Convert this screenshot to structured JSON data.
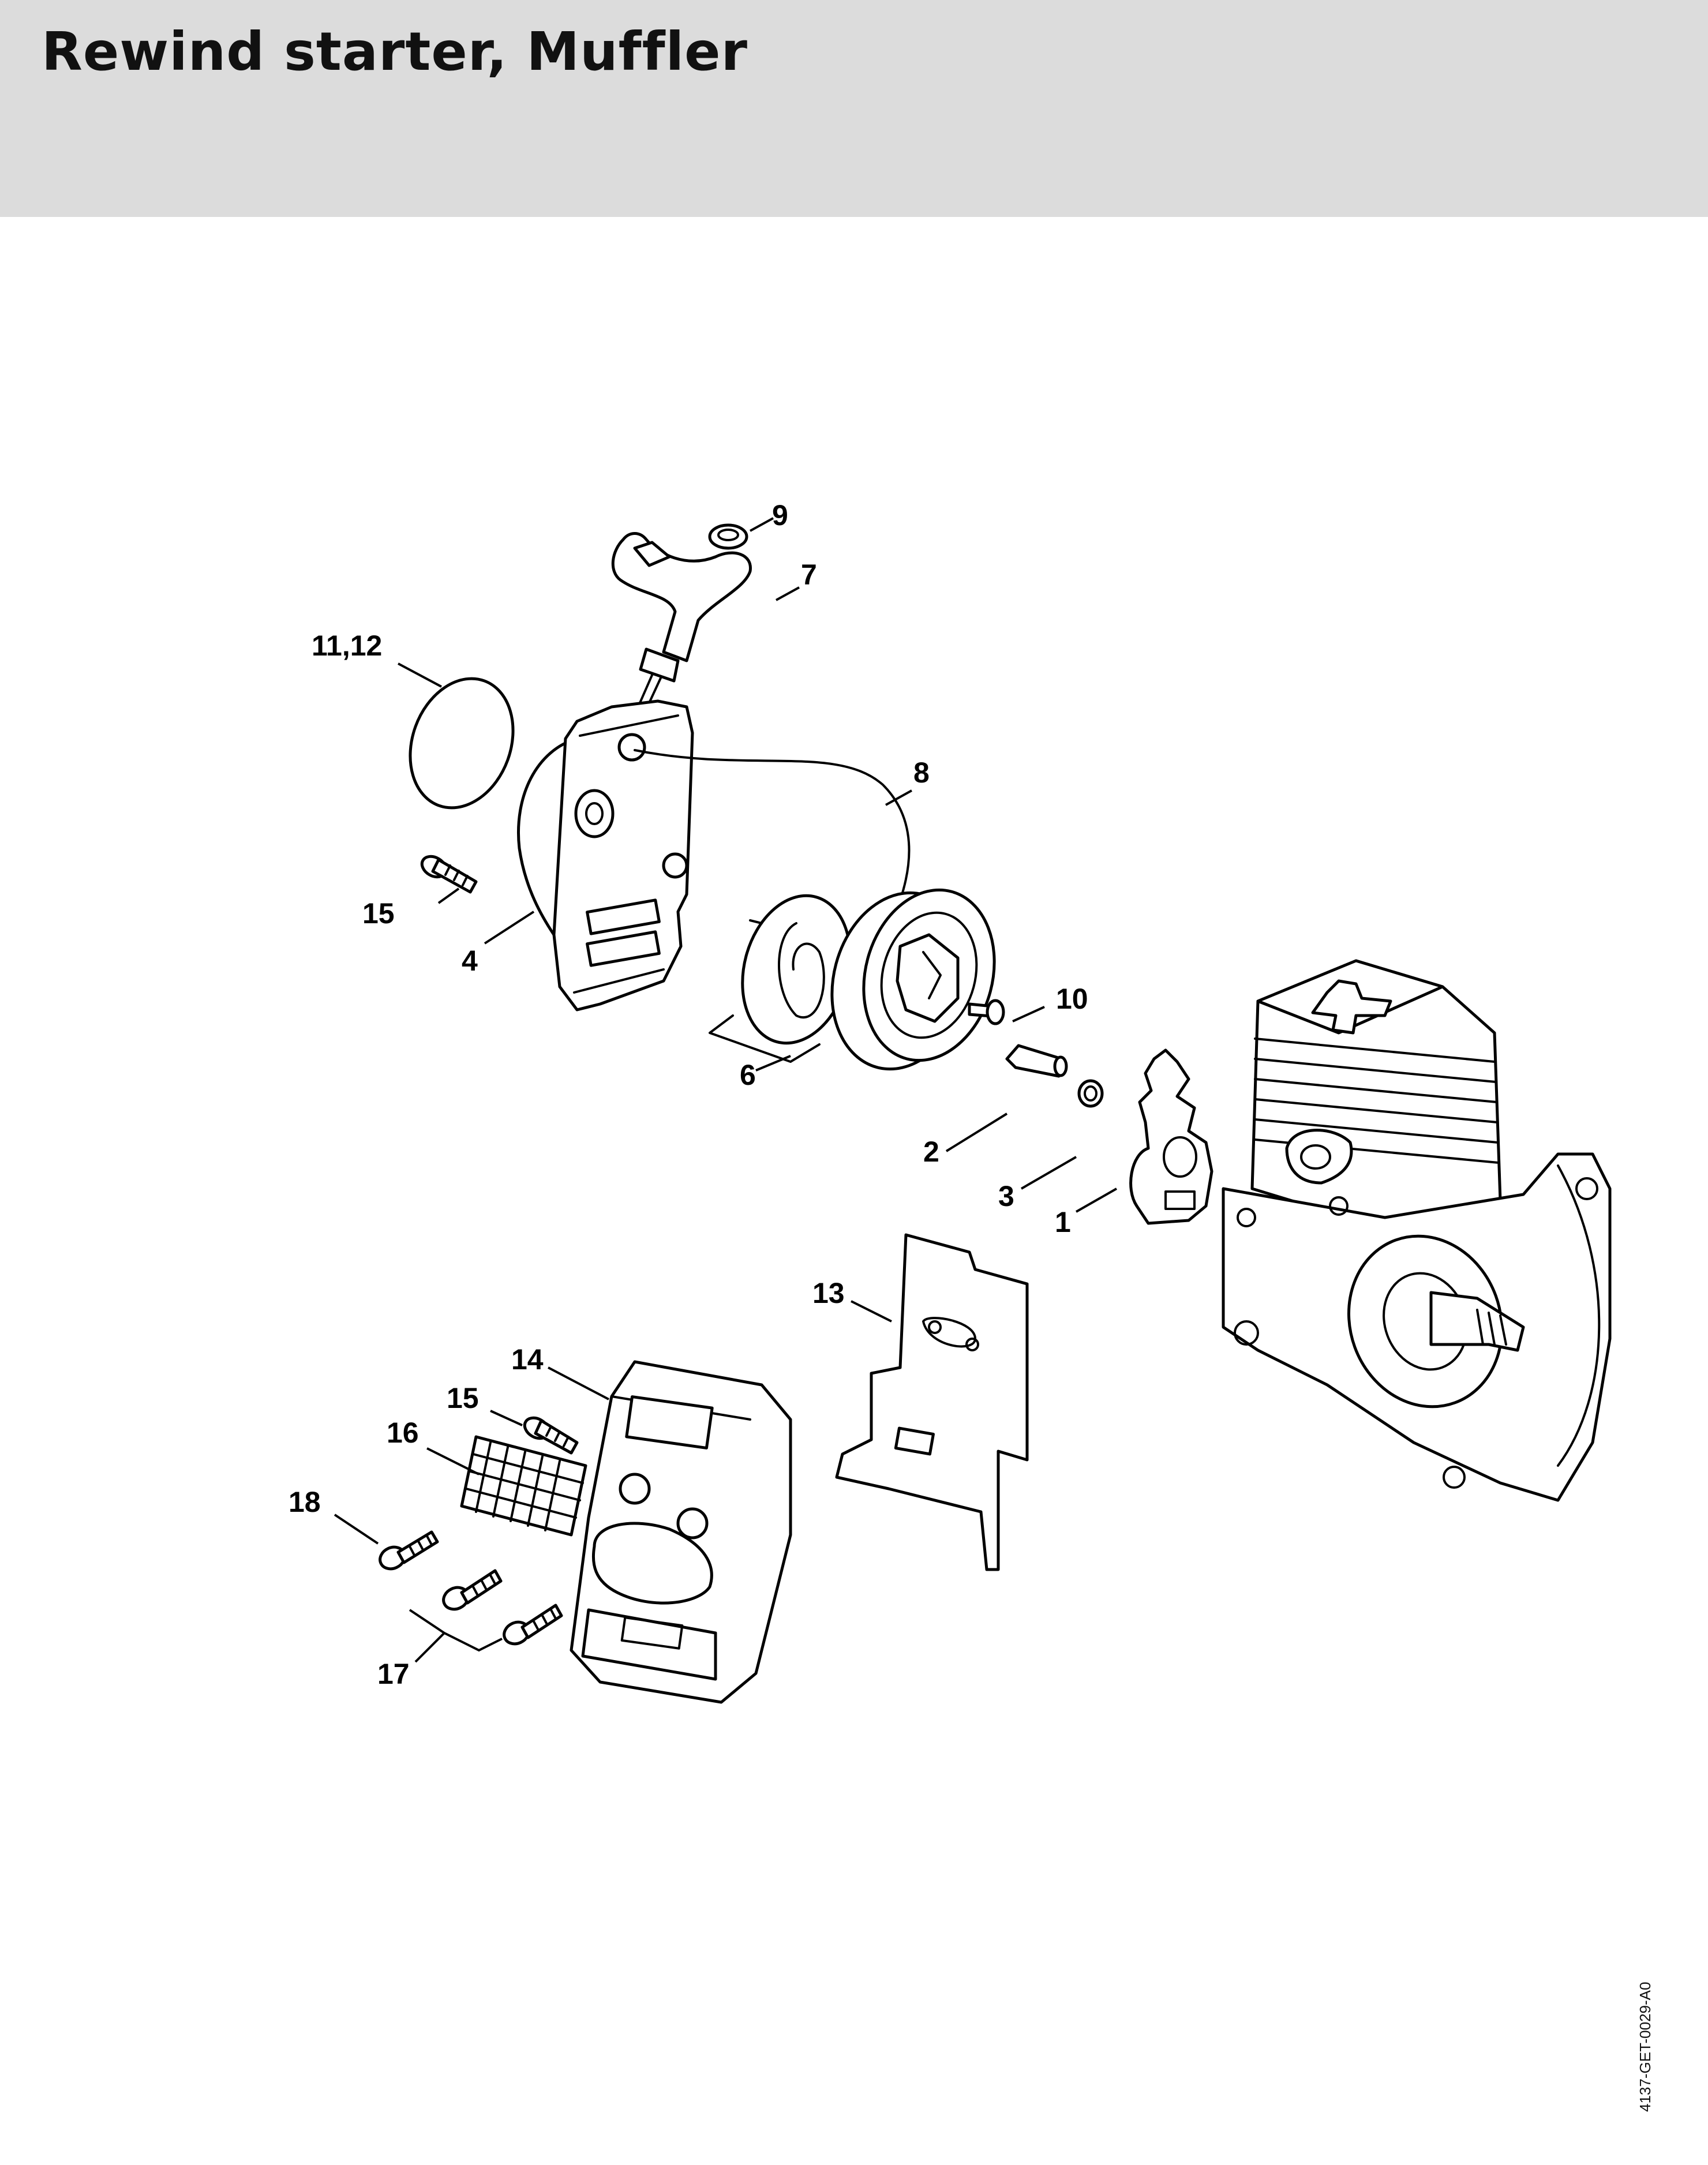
{
  "header": {
    "title": "Rewind starter, Muffler",
    "color": "#dcdcdc"
  },
  "doc_code": "4137-GET-0029-A0",
  "callouts": {
    "c1": "1",
    "c2": "2",
    "c3": "3",
    "c4": "4",
    "c6": "6",
    "c7": "7",
    "c8": "8",
    "c9": "9",
    "c10": "10",
    "c11_12": "11,12",
    "c13": "13",
    "c14": "14",
    "c15a": "15",
    "c15b": "15",
    "c16": "16",
    "c17": "17",
    "c18": "18"
  }
}
